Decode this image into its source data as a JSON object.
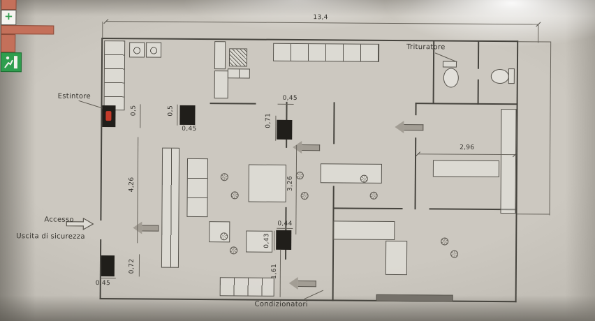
{
  "plan": {
    "labels": {
      "trituratore": "Trituratore",
      "estintore": "Estintore",
      "accesso": "Accesso",
      "uscita_di_sicurezza": "Uscita di sicurezza",
      "condizionatori": "Condizionatori"
    },
    "dimensions": {
      "overall_width": "13,4",
      "right_room_width": "2,96",
      "left_span": "4,26",
      "center_span": "3,26",
      "door_left_top_h": "0,5",
      "door_shelf_h": "0,5",
      "door_shelf_w": "0,45",
      "door_mid_top_w": "0,45",
      "door_mid_top_h": "0,71",
      "door_mid_bottom_w": "0,44",
      "door_mid_bottom_h": "0,43",
      "door_bottom_left_h": "0,72",
      "door_bottom_left_w": "0,45",
      "bottom_bench_span": "1,61"
    },
    "icons": {
      "first_aid_cross": "+"
    },
    "colors": {
      "paper": "#c9c5bd",
      "line": "#45433d",
      "door_fill": "#201e1a",
      "exit_green": "#2f9e4e",
      "accent_orange": "#c4705a",
      "arrow_gray": "#a29d94",
      "extinguisher_red": "#c43a2a"
    }
  }
}
